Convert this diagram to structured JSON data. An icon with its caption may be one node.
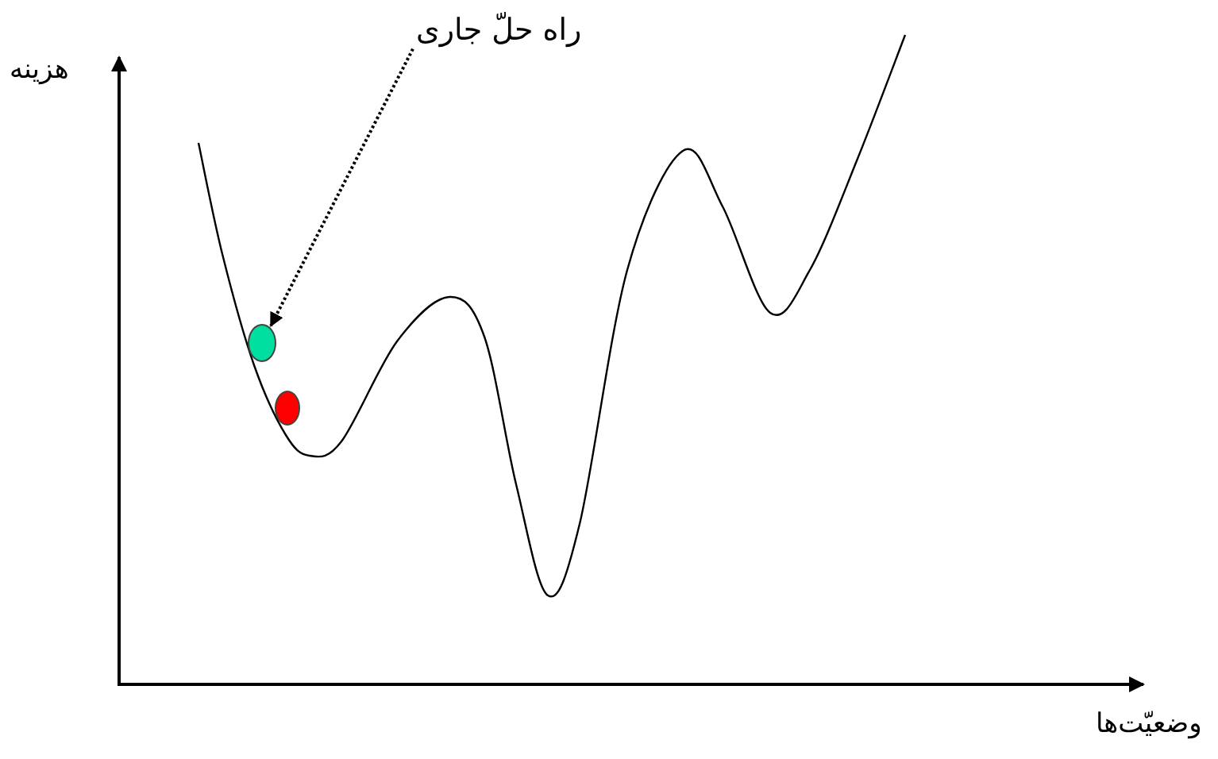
{
  "diagram": {
    "nodes": [
      {
        "text": [
          "راه حلّ جاری"
        ]
      },
      {
        "text": [],
        "shape": "circle"
      },
      {
        "text": [],
        "shape": "circle"
      }
    ],
    "edges": [
      {
        "from": 0,
        "to": 1,
        "arrow": "to",
        "style": "dashed"
      }
    ],
    "labels": [
      "هزینه",
      "وضعیّت‌ها"
    ]
  }
}
